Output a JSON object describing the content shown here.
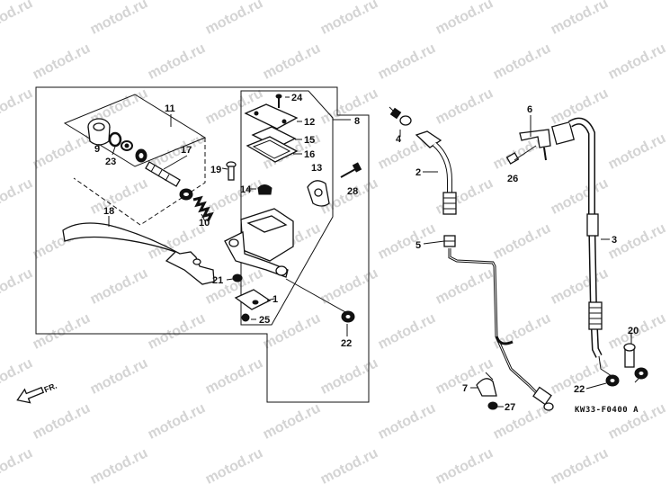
{
  "colors": {
    "line": "#111111",
    "watermark": "#d4d4d4",
    "background": "#ffffff"
  },
  "watermark": {
    "text": "motod.ru"
  },
  "diagram_code": "KW33-F0400 A",
  "direction_indicator": {
    "text": "FR."
  },
  "callouts": {
    "1": "1",
    "2": "2",
    "3": "3",
    "4": "4",
    "5": "5",
    "6": "6",
    "7": "7",
    "8": "8",
    "9": "9",
    "10": "10",
    "11": "11",
    "12": "12",
    "13": "13",
    "14": "14",
    "15": "15",
    "16": "16",
    "17": "17",
    "18": "18",
    "19": "19",
    "20": "20",
    "21": "21",
    "22a": "22",
    "22b": "22",
    "23": "23",
    "24": "24",
    "25": "25",
    "26": "26",
    "27": "27",
    "28": "28"
  }
}
